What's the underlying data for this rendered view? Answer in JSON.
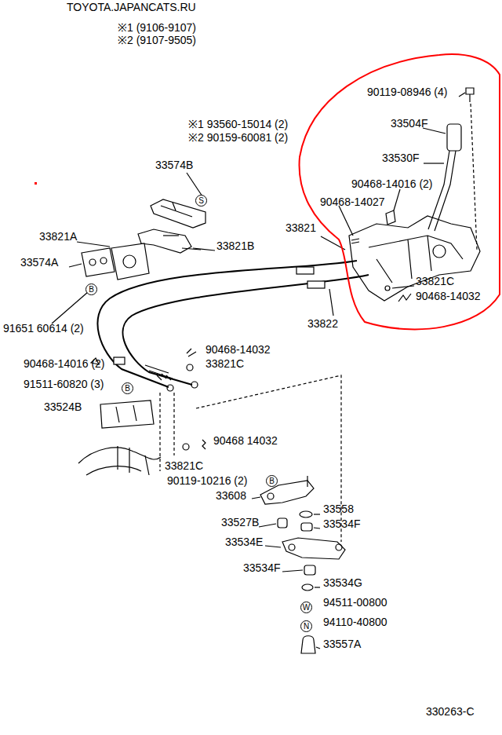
{
  "diagram": {
    "labels": [
      "TOYOTA.JAPANCATS.RU",
      "※1 (9106-9107)",
      "※2 (9107-9505)",
      "90119-08946 (4)",
      "33504F",
      "33530F",
      "90468-14016 (2)",
      "90468-14027",
      "33821",
      "33821C",
      "90468-14032",
      "33822",
      "※1 93560-15014 (2)",
      "※2 90159-60081 (2)",
      "33574B",
      "33821A",
      "33821B",
      "33574A",
      "91651 60614 (2)",
      "90468-14016 (2)",
      "90468-14032",
      "33821C",
      "91511-60820 (3)",
      "33524B",
      "33821C",
      "90468 14032",
      "90119-10216 (2)",
      "33608",
      "33558",
      "33527B",
      "33534F",
      "33534E",
      "33534F",
      "33534G",
      "94511-00800",
      "94110-40800",
      "33557A",
      "330263-C",
      "S",
      "B",
      "B",
      "B",
      "W",
      "N"
    ]
  }
}
